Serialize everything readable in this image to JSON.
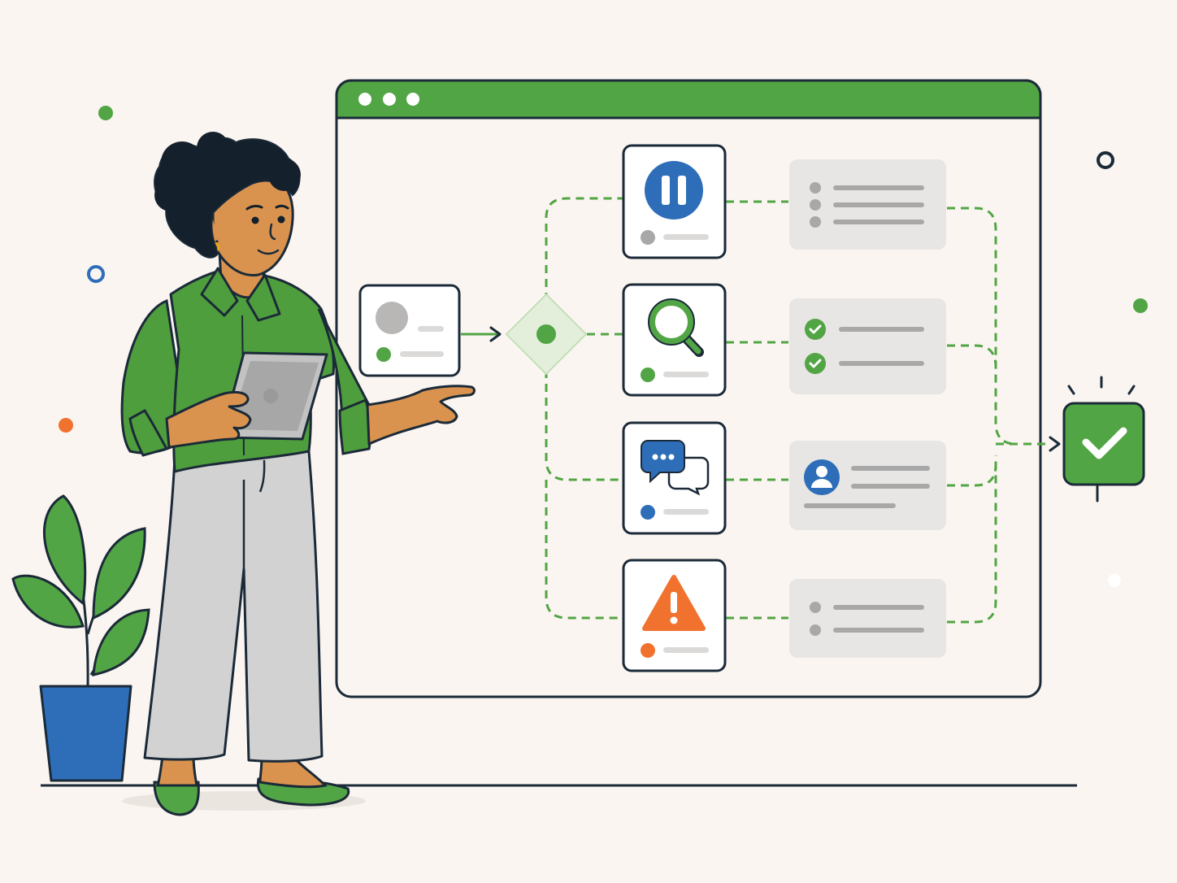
{
  "colors": {
    "background": "#faf5f1",
    "outline": "#1b2a38",
    "brand_green": "#52a544",
    "blue": "#2e6eb8",
    "orange": "#f0722e",
    "gray_fill": "#e8e6e4",
    "gray_line": "#a9a8a8",
    "shirt_green": "#4f9e3d",
    "skin": "#d9934f",
    "hair": "#14202c",
    "pants": "#d2d2d2",
    "pot_blue": "#2e6eb8"
  },
  "window": {
    "titlebar_dots": 3
  },
  "workflow": {
    "start_icon": "start-node",
    "decision_icon": "diamond-decision",
    "branches": [
      {
        "step_icon": "pause-icon",
        "status_color": "#a9a8a8",
        "detail_icon": "bullet-list-icon",
        "detail_rows": 3
      },
      {
        "step_icon": "search-icon",
        "status_color": "#52a544",
        "detail_icon": "checklist-icon",
        "detail_rows": 2
      },
      {
        "step_icon": "chat-icon",
        "status_color": "#2e6eb8",
        "detail_icon": "user-profile-icon",
        "detail_rows": 2
      },
      {
        "step_icon": "warning-icon",
        "status_color": "#f0722e",
        "detail_icon": "bullet-list-icon",
        "detail_rows": 2
      }
    ],
    "end_icon": "checkmark-icon"
  },
  "scene": {
    "figure": "person-with-tablet",
    "plant": "potted-plant"
  }
}
